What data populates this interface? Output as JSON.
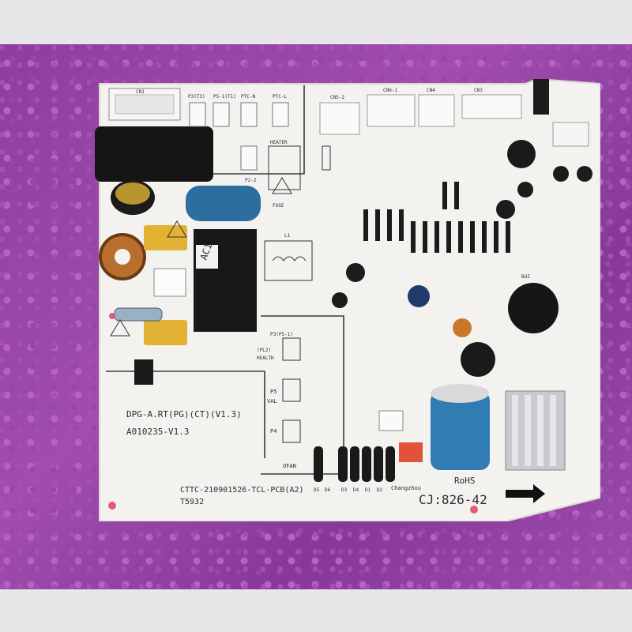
{
  "board": {
    "model_label": "DPG-A.RT(PG)(CT)(V1.3)",
    "part_number": "A010235-V1.3",
    "cert_label": "CTTC-210901526-TCL-PCB(A2)",
    "code_label": "T5932",
    "batch_label": "CJ:826-42",
    "sticker_label": "AC1",
    "rohs_label": "RoHS",
    "cap_brand": "Changzhou"
  },
  "silkscreen": {
    "cn_labels": [
      "CN1",
      "CN5-2",
      "CN6-1",
      "CN4",
      "CN3"
    ],
    "top_labels": [
      "P3(T3)",
      "P5-1(T1)",
      "PTC-N",
      "PTC-L"
    ],
    "heater_label": "HEATER",
    "fuse_label": "FUSE",
    "pcb_labels": [
      "P3(P5-1)",
      "(PL2)",
      "HEALTH",
      "P5",
      "VAL",
      "P4",
      "OFAN"
    ],
    "diode_labels": [
      "D5",
      "D6",
      "D3",
      "D4",
      "D1",
      "D2"
    ],
    "misc_labels": [
      "BUZ",
      "L1",
      "P2-2"
    ]
  },
  "colors": {
    "pcb": "#f3f2ef",
    "wrap": "#9a47aa",
    "capacitor_blue": "#2f7db3"
  }
}
